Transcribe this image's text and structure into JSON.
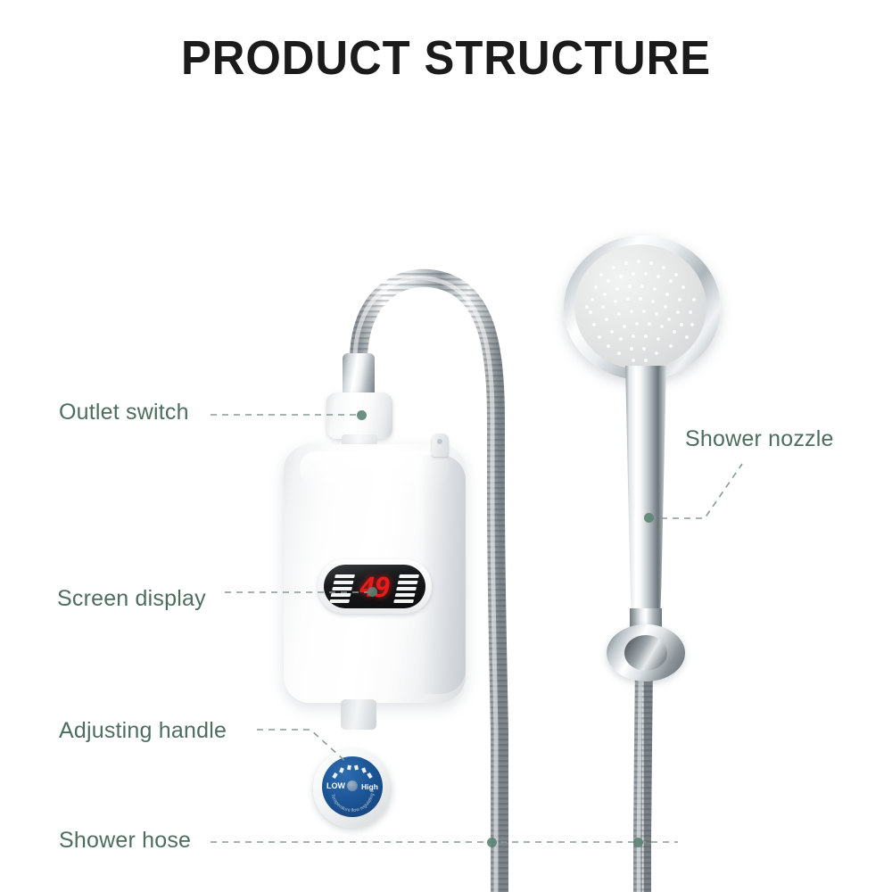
{
  "page": {
    "title": "PRODUCT STRUCTURE",
    "background_color": "#ffffff",
    "label_color": "#4e6d60",
    "title_color": "#1b1b1b",
    "marker_color": "#5c8476"
  },
  "callouts": [
    {
      "id": "outlet-switch",
      "label": "Outlet switch"
    },
    {
      "id": "screen-display",
      "label": "Screen display"
    },
    {
      "id": "adjusting-handle",
      "label": "Adjusting handle"
    },
    {
      "id": "shower-hose",
      "label": "Shower hose"
    },
    {
      "id": "shower-nozzle",
      "label": "Shower nozzle"
    }
  ],
  "display": {
    "value": "49",
    "digit_color": "#e61b1b",
    "screen_color": "#0b0c0d"
  },
  "dial": {
    "low_label": "LOW",
    "high_label": "High",
    "arc_label": "Temperature flow regulating knob",
    "face_color": "#1c5698"
  }
}
